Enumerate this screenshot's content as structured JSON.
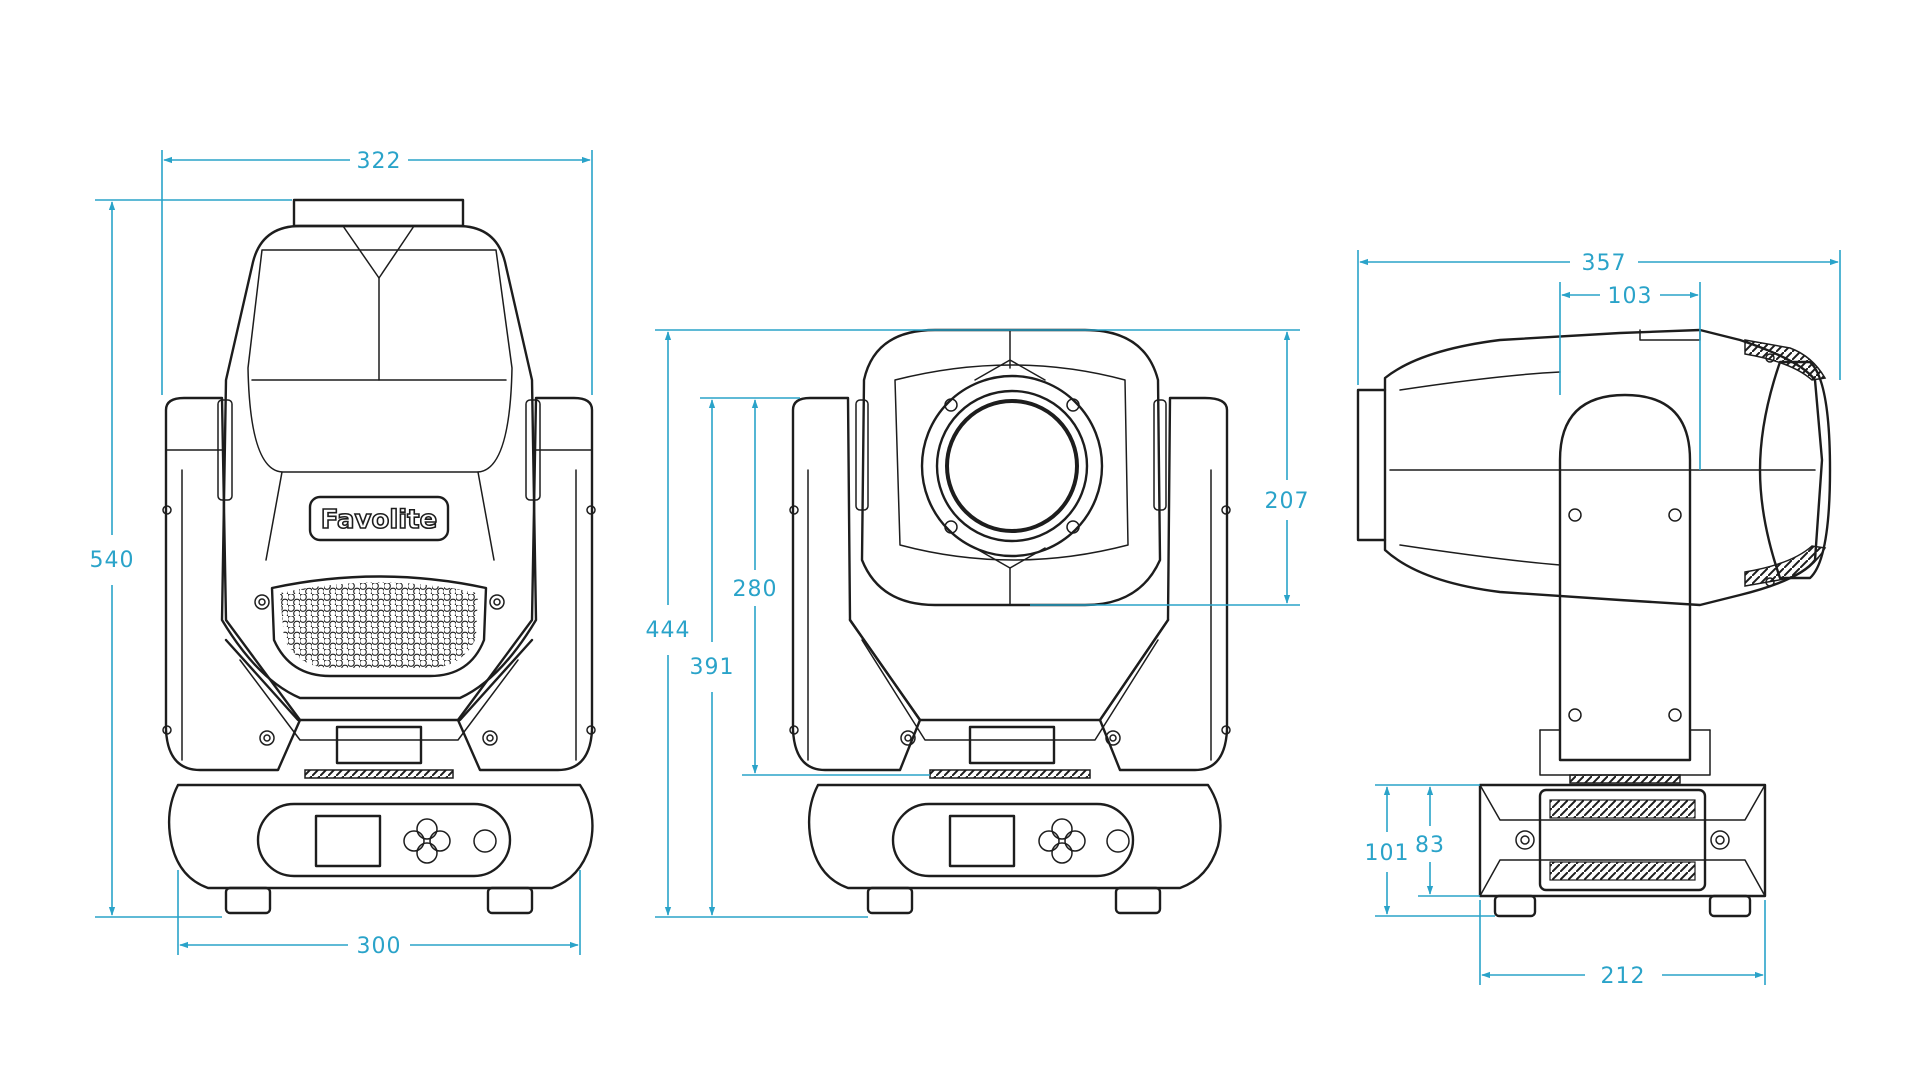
{
  "brand": "Favolite",
  "colors": {
    "line": "#1d1d1d",
    "dimension": "#2aa3c9",
    "background": "#ffffff"
  },
  "dimensions": {
    "front": {
      "width_top": "322",
      "height": "540",
      "base_width": "300"
    },
    "side": {
      "total_height": "444",
      "body_height": "391",
      "arm_height": "280",
      "head_height": "207"
    },
    "profile": {
      "depth": "357",
      "offset": "103",
      "base_height_outer": "101",
      "base_height_inner": "83",
      "base_depth": "212"
    }
  }
}
